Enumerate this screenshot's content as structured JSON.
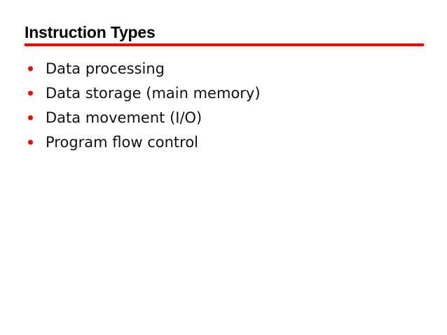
{
  "slide": {
    "title": "Instruction Types",
    "accent_color": "#ff0000",
    "text_color": "#111111",
    "background_color": "#ffffff",
    "bullets": [
      {
        "label": "Data processing",
        "marker": "bullet-dot-icon"
      },
      {
        "label": "Data storage (main memory)",
        "marker": "bullet-dot-icon"
      },
      {
        "label": "Data movement (I/O)",
        "marker": "bullet-dot-icon"
      },
      {
        "label": "Program flow control",
        "marker": "bullet-dot-icon"
      }
    ]
  }
}
